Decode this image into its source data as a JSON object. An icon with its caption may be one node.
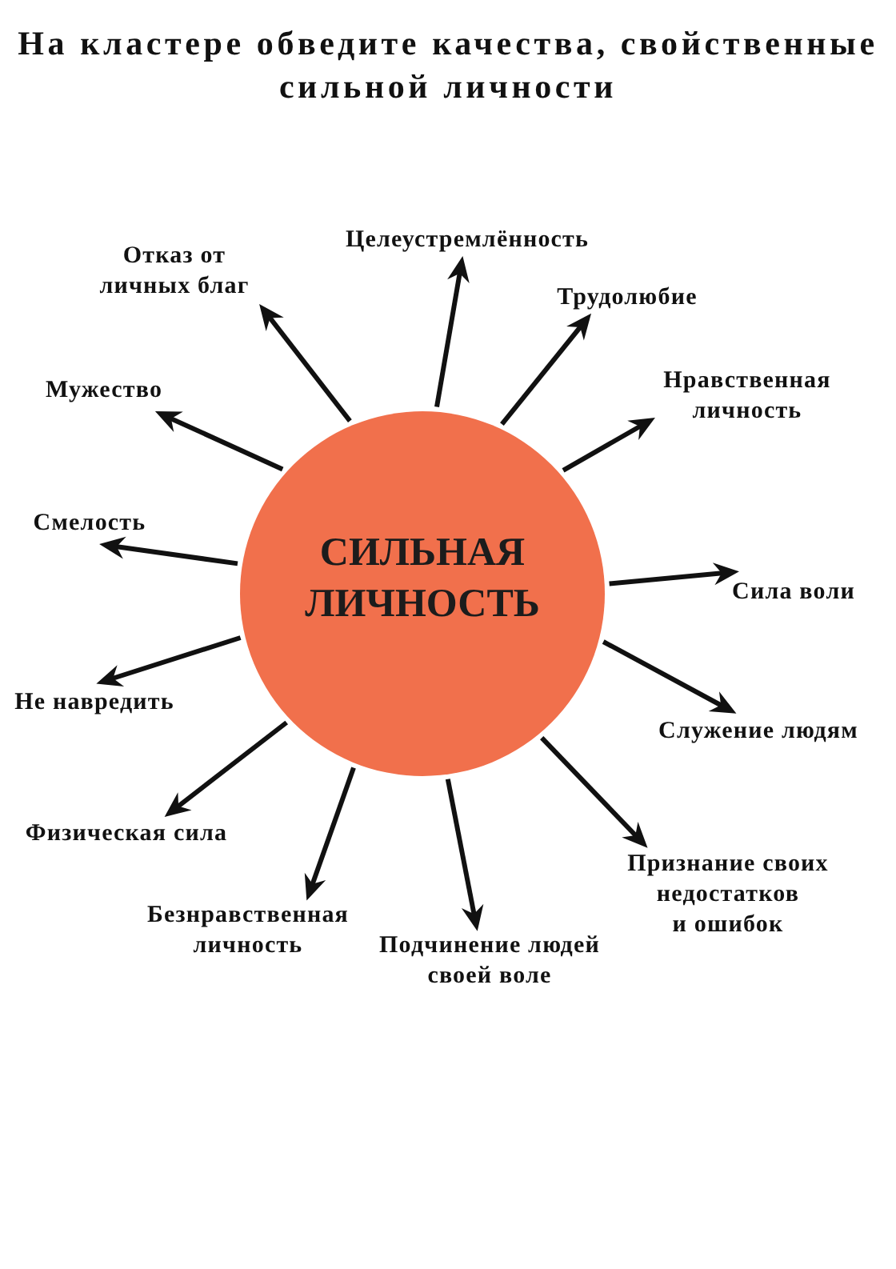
{
  "diagram": {
    "title": "На кластере обведите качества, свойственные сильной личности",
    "nodes": [
      {
        "text": [
          "СИЛЬНАЯ ЛИЧНОСТЬ"
        ]
      },
      {
        "text": [
          "Целеустремлённость"
        ]
      },
      {
        "text": [
          "Трудолюбие"
        ]
      },
      {
        "text": [
          "Нравственная личность"
        ]
      },
      {
        "text": [
          "Сила воли"
        ]
      },
      {
        "text": [
          "Служение людям"
        ]
      },
      {
        "text": [
          "Признание своих недостатков и ошибок"
        ]
      },
      {
        "text": [
          "Подчинение людей своей воле"
        ]
      },
      {
        "text": [
          "Безнравственная личность"
        ]
      },
      {
        "text": [
          "Физическая сила"
        ]
      },
      {
        "text": [
          "Не навредить"
        ]
      },
      {
        "text": [
          "Смелость"
        ]
      },
      {
        "text": [
          "Мужество"
        ]
      },
      {
        "text": [
          "Отказ от личных благ"
        ]
      }
    ],
    "edges": [
      {
        "from": 0,
        "to": 1,
        "arrow": "to"
      },
      {
        "from": 0,
        "to": 2,
        "arrow": "to"
      },
      {
        "from": 0,
        "to": 3,
        "arrow": "to"
      },
      {
        "from": 0,
        "to": 4,
        "arrow": "to"
      },
      {
        "from": 0,
        "to": 5,
        "arrow": "to"
      },
      {
        "from": 0,
        "to": 6,
        "arrow": "to"
      },
      {
        "from": 0,
        "to": 7,
        "arrow": "to"
      },
      {
        "from": 0,
        "to": 8,
        "arrow": "to"
      },
      {
        "from": 0,
        "to": 9,
        "arrow": "to"
      },
      {
        "from": 0,
        "to": 10,
        "arrow": "to"
      },
      {
        "from": 0,
        "to": 11,
        "arrow": "to"
      },
      {
        "from": 0,
        "to": 12,
        "arrow": "to"
      },
      {
        "from": 0,
        "to": 13,
        "arrow": "to"
      }
    ]
  }
}
